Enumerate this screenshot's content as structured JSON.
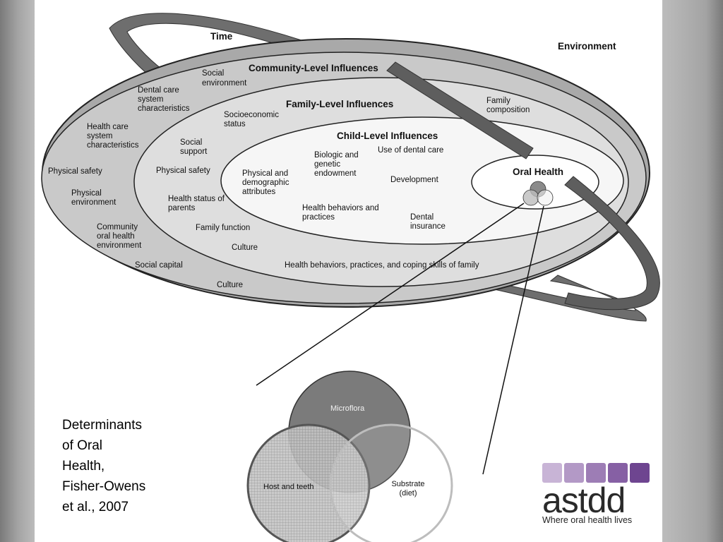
{
  "diagram": {
    "labels": {
      "time": "Time",
      "environment": "Environment",
      "community_header": "Community-Level Influences",
      "family_header": "Family-Level Influences",
      "child_header": "Child-Level Influences",
      "oral_health": "Oral Health"
    },
    "community": [
      [
        "Social",
        "environment"
      ],
      [
        "Dental care",
        "system",
        "characteristics"
      ],
      [
        "Health care",
        "system",
        "characteristics"
      ],
      [
        "Physical safety"
      ],
      [
        "Physical",
        "environment"
      ],
      [
        "Community",
        "oral health",
        "environment"
      ],
      [
        "Social capital"
      ],
      [
        "Culture"
      ]
    ],
    "family": [
      [
        "Family",
        "composition"
      ],
      [
        "Socioeconomic",
        "status"
      ],
      [
        "Social",
        "support"
      ],
      [
        "Physical safety"
      ],
      [
        "Health status of",
        "parents"
      ],
      [
        "Family function"
      ],
      [
        "Culture"
      ],
      [
        "Health behaviors, practices, and coping skills of family"
      ]
    ],
    "child": [
      [
        "Biologic and",
        "genetic",
        "endowment"
      ],
      [
        "Use of dental care"
      ],
      [
        "Physical and",
        "demographic",
        "attributes"
      ],
      [
        "Development"
      ],
      [
        "Health behaviors and",
        "practices"
      ],
      [
        "Dental",
        "insurance"
      ]
    ]
  },
  "venn": {
    "microflora": "Microflora",
    "host": "Host and teeth",
    "substrate": [
      "Substrate",
      "(diet)"
    ]
  },
  "caption": [
    "Determinants",
    "of Oral",
    "Health,",
    "Fisher-Owens",
    "et al., 2007"
  ],
  "logo": {
    "squares": [
      "#c8b4d6",
      "#b399c6",
      "#9d7db5",
      "#8660a4",
      "#6e4590"
    ],
    "wordmark": "astdd",
    "tagline": "Where oral health lives"
  }
}
